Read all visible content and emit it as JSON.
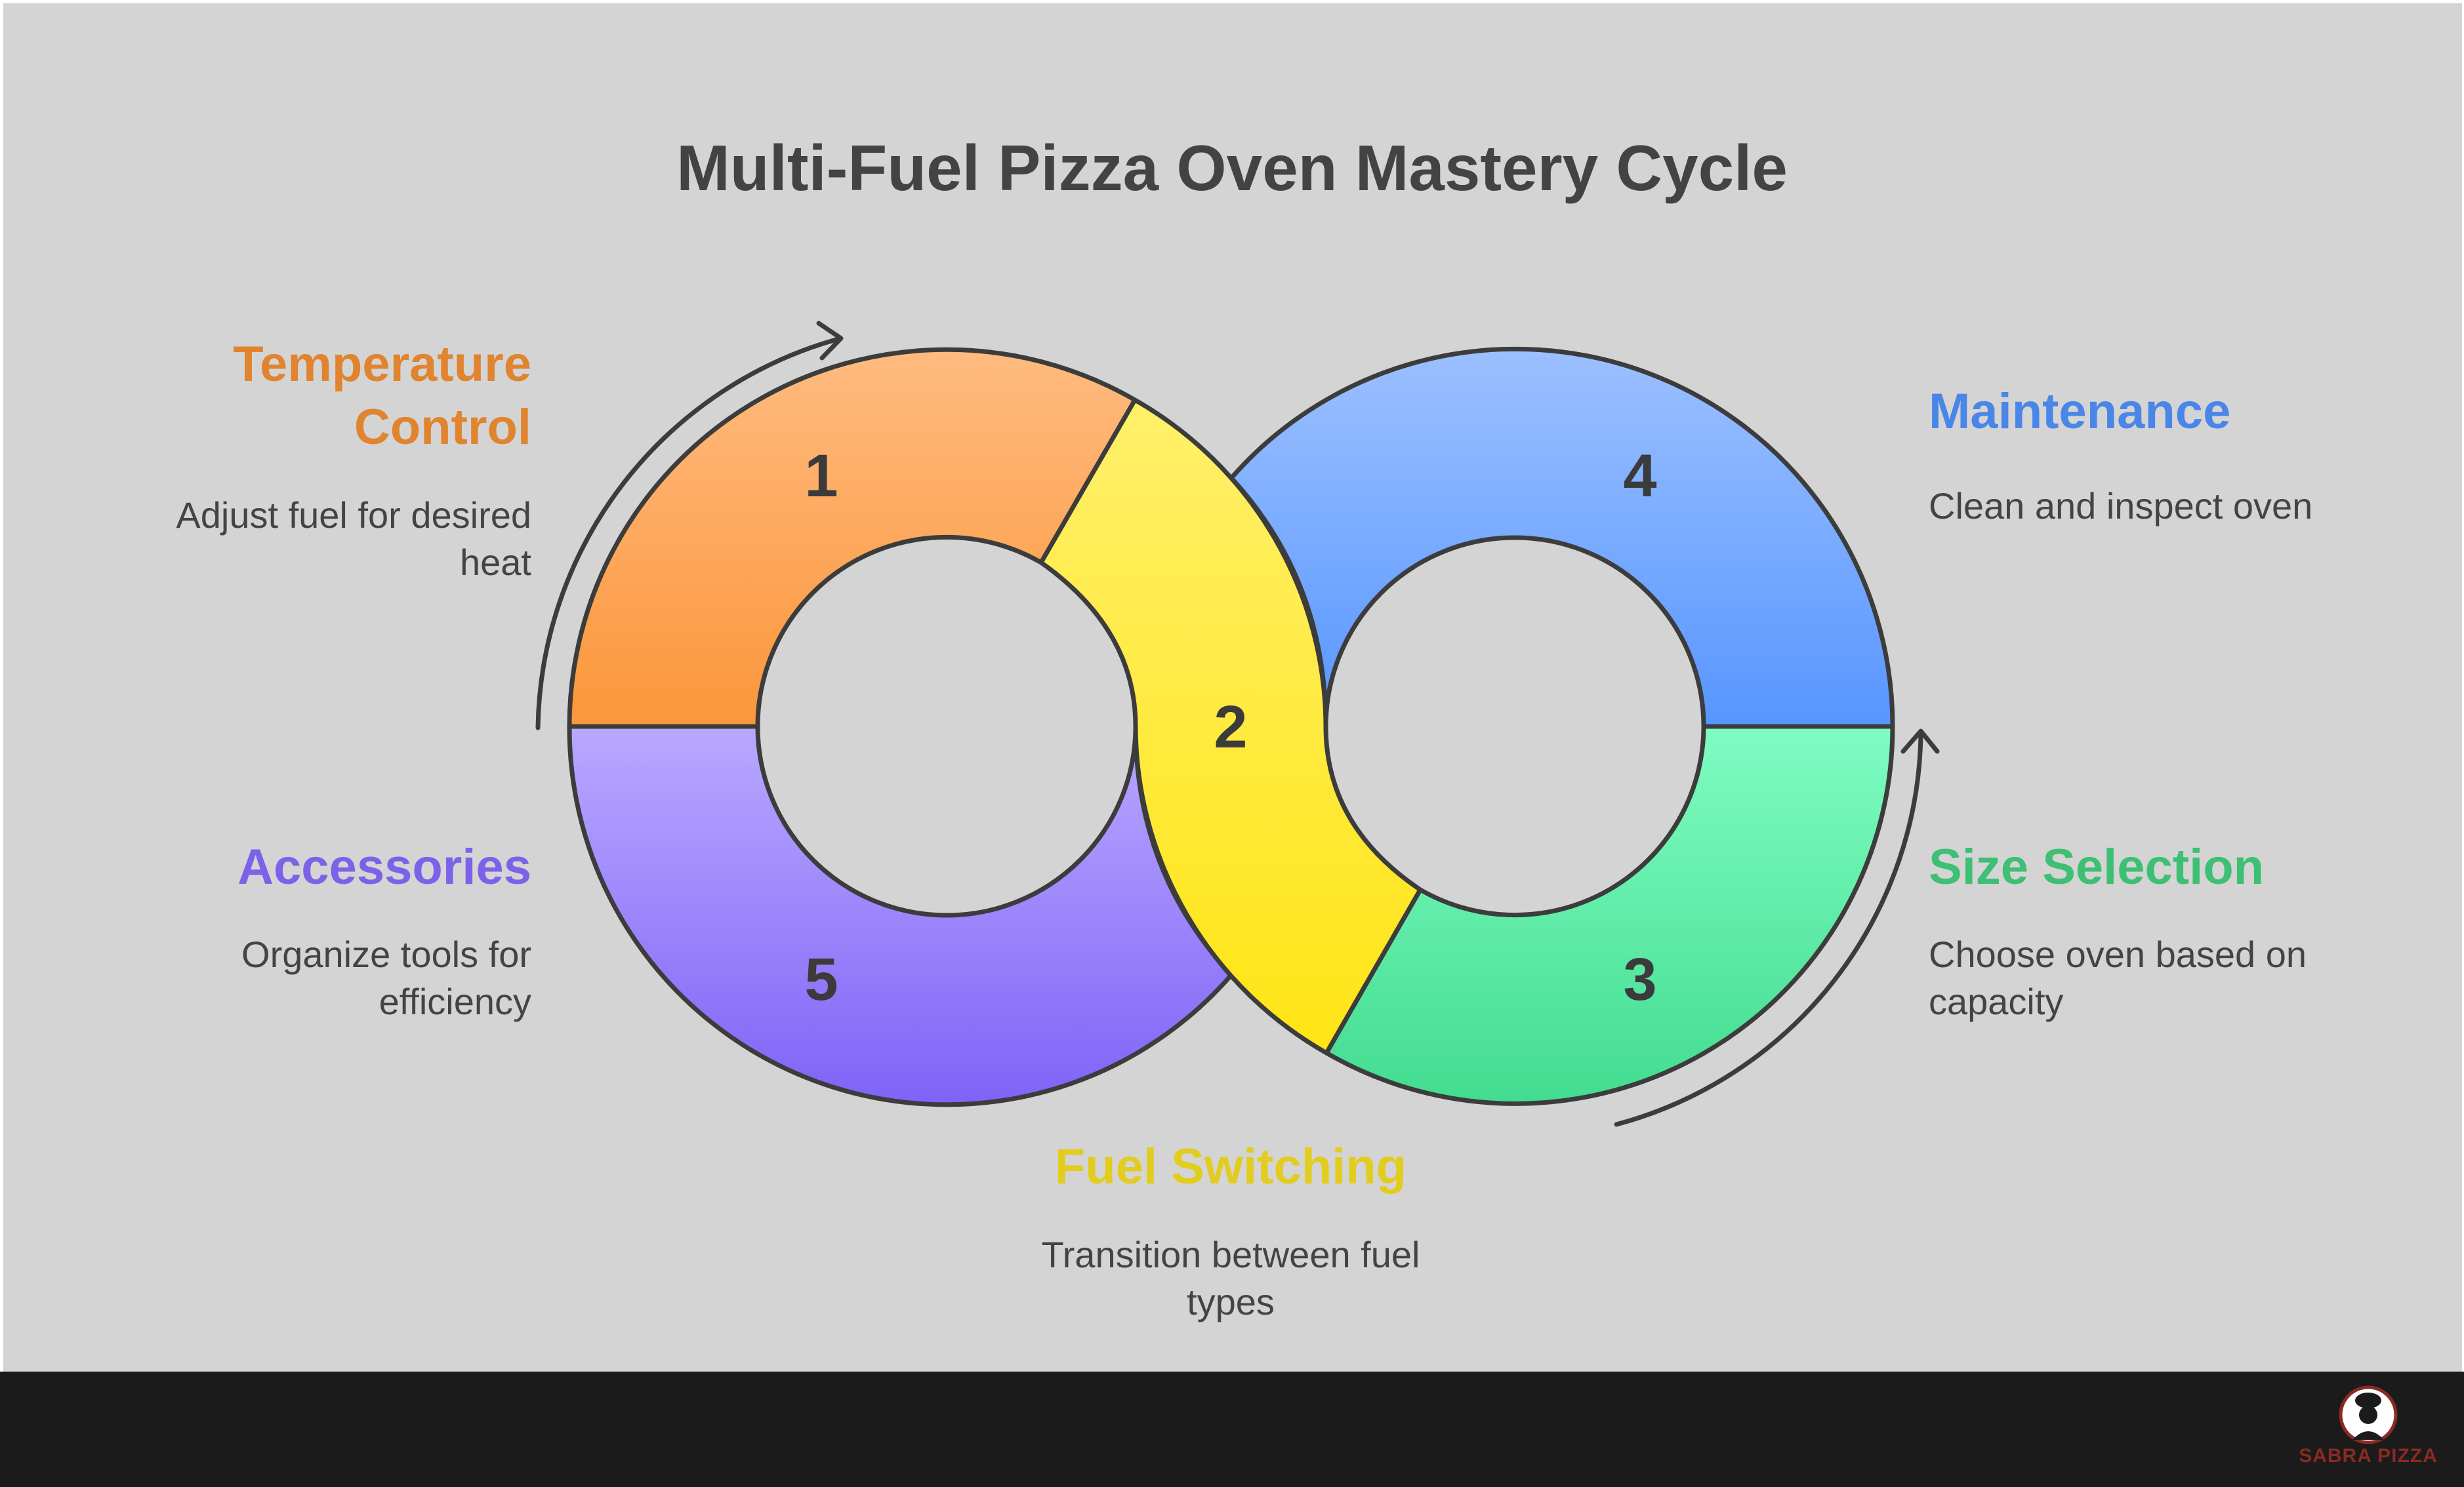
{
  "title": "Multi-Fuel Pizza Oven Mastery Cycle",
  "steps": [
    {
      "number": "1",
      "heading": "Temperature Control",
      "heading_line1": "Temperature",
      "heading_line2": "Control",
      "description": "Adjust fuel for desired heat",
      "desc_line1": "Adjust fuel for desired",
      "desc_line2": "heat",
      "color": "#e0842f"
    },
    {
      "number": "2",
      "heading": "Fuel Switching",
      "description": "Transition between fuel types",
      "desc_line1": "Transition between fuel",
      "desc_line2": "types",
      "color": "#e2cc1e"
    },
    {
      "number": "3",
      "heading": "Size Selection",
      "description": "Choose oven based on capacity",
      "desc_line1": "Choose oven based on",
      "desc_line2": "capacity",
      "color": "#3dbf74"
    },
    {
      "number": "4",
      "heading": "Maintenance",
      "description": "Clean and inspect oven",
      "color": "#4a86e8"
    },
    {
      "number": "5",
      "heading": "Accessories",
      "description": "Organize tools for efficiency",
      "desc_line1": "Organize tools for",
      "desc_line2": "efficiency",
      "color": "#7c62e8"
    }
  ],
  "logo": {
    "text": "SABRA PIZZA"
  }
}
